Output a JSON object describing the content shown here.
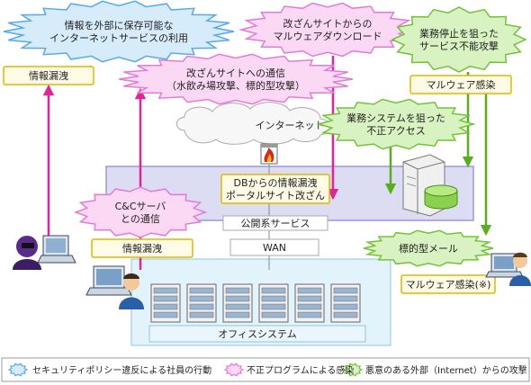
{
  "colors": {
    "security_policy": "#5aa8e6",
    "security_policy_fill": "#d6ecfb",
    "malware": "#e57ad6",
    "malware_fill": "#fbd9f4",
    "external": "#73c23a",
    "external_fill": "#d9f2c2",
    "box_border": "#e0b800",
    "box_fill": "#fffbe6",
    "network_zone": "#d9d9f2",
    "office_zone": "#dff1fb"
  },
  "bursts": {
    "cloud_storage": [
      "情報を外部に保存可能な",
      "インターネットサービスの利用"
    ],
    "tampered_site_download": [
      "改ざんサイトからの",
      "マルウェアダウンロード"
    ],
    "dos_attack": [
      "業務停止を狙った",
      "サービス不能攻撃"
    ],
    "watering_hole": [
      "改ざんサイトへの通信",
      "（水飲み場攻撃、標的型攻撃）"
    ],
    "unauthorized_access": [
      "業務システムを狙った",
      "不正アクセス"
    ],
    "cnc_communication": [
      "C&Cサーバ",
      "との通信"
    ],
    "targeted_mail": [
      "標的型メール"
    ]
  },
  "labels": {
    "info_leak_top": "情報漏洩",
    "malware_infection_top": "マルウェア感染",
    "internet": "インターネット",
    "db_leak": [
      "DBからの情報漏洩",
      "ポータルサイト改ざん"
    ],
    "public_services": "公開系サービス",
    "info_leak_mid": "情報漏洩",
    "wan": "WAN",
    "malware_infection_bottom": "マルウェア感染(※)",
    "office_system": "オフィスシステム"
  },
  "legend": {
    "security_policy": "セキュリティポリシー違反による社員の行動",
    "malware": "不正プログラムによる感染",
    "external": "悪意のある外部（Internet）からの攻撃"
  }
}
